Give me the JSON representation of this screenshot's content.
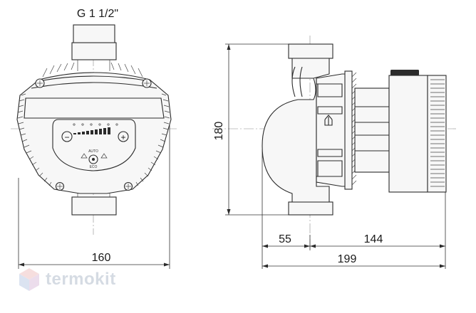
{
  "drawing": {
    "thread_label": "G 1 1/2\"",
    "dim_width_front": "160",
    "dim_height": "180",
    "dim_left_offset": "55",
    "dim_motor_length": "144",
    "dim_total_length": "199",
    "control_panel_label": "AUTO",
    "control_panel_sub": "ECO",
    "minus_symbol": "−",
    "plus_symbol": "+"
  },
  "watermark": {
    "brand": "termokit",
    "logo_icon": "cube-logo-icon"
  }
}
